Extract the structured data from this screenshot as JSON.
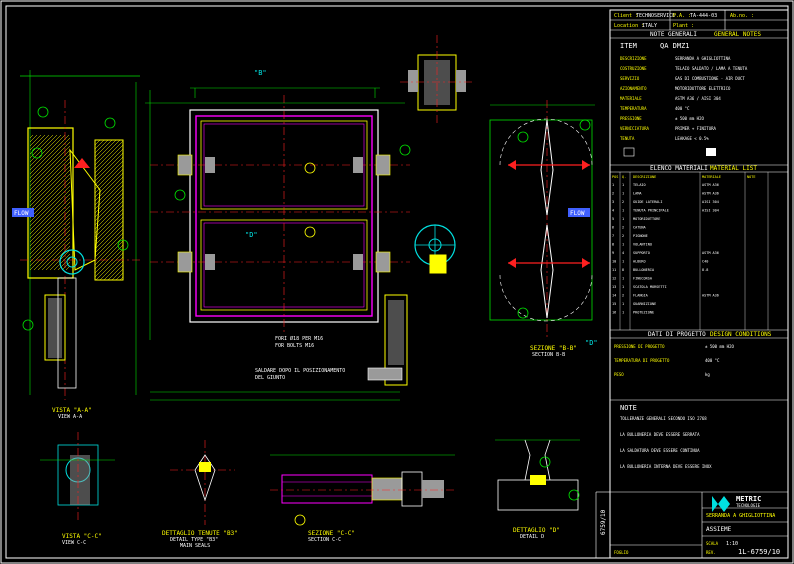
{
  "colors": {
    "bg": "#000000",
    "frame": "#ffffff",
    "green": "#00e000",
    "yellow": "#ffff00",
    "red": "#ff2020",
    "magenta": "#ff00ff",
    "cyan": "#00e0e0",
    "blue": "#4060ff",
    "gray": "#9a9a9a"
  },
  "titleblock": {
    "client_label": "Client :",
    "client_value": "TECHNOSERVICE",
    "pa_label": "P.A. :",
    "pa_value": "TA-444-03",
    "ab_label": "Ab.no. :",
    "location_label": "Location :",
    "location_value": "ITALY",
    "plant_label": "Plant :",
    "notes_title": "NOTE GENERALI",
    "notes_title_en": "GENERAL NOTES",
    "item_label": "ITEM",
    "item_value": "QA DMZ1",
    "notes_rows": [
      {
        "k": "DESCRIZIONE",
        "v": "SERRANDA A GHIGLIOTTINA"
      },
      {
        "k": "COSTRUZIONE",
        "v": "TELAIO SALDATO / LAMA A TENUTA"
      },
      {
        "k": "SERVIZIO",
        "v": "GAS DI COMBUSTIONE - AIR DUCT"
      },
      {
        "k": "AZIONAMENTO",
        "v": "MOTORIDUTTORE ELETTRICO"
      },
      {
        "k": "MATERIALE",
        "v": "ASTM A36 / AISI 304"
      },
      {
        "k": "TEMPERATURA",
        "v": "400 °C"
      },
      {
        "k": "PRESSIONE",
        "v": "± 500 mm H2O"
      },
      {
        "k": "VERNICIATURA",
        "v": "PRIMER + FINITURA"
      },
      {
        "k": "TENUTA",
        "v": "LEAKAGE < 0.5%"
      }
    ],
    "bom_title": "ELENCO MATERIALI",
    "bom_title_en": "MATERIAL LIST",
    "bom_headers": [
      "POS",
      "Q.",
      "DESCRIZIONE",
      "MATERIALE",
      "NOTE"
    ],
    "bom_rows": [
      [
        "1",
        "1",
        "TELAIO",
        "ASTM A36",
        ""
      ],
      [
        "2",
        "1",
        "LAMA",
        "ASTM A36",
        ""
      ],
      [
        "3",
        "2",
        "GUIDE LATERALI",
        "AISI 304",
        ""
      ],
      [
        "4",
        "1",
        "TENUTA PRINCIPALE",
        "AISI 304",
        ""
      ],
      [
        "5",
        "1",
        "MOTORIDUTTORE",
        "",
        ""
      ],
      [
        "6",
        "2",
        "CATENA",
        "",
        ""
      ],
      [
        "7",
        "2",
        "PIGNONE",
        "",
        ""
      ],
      [
        "8",
        "1",
        "VOLANTINO",
        "",
        ""
      ],
      [
        "9",
        "4",
        "SUPPORTO",
        "ASTM A36",
        ""
      ],
      [
        "10",
        "1",
        "ALBERO",
        "C40",
        ""
      ],
      [
        "11",
        "8",
        "BULLONERIA",
        "8.8",
        ""
      ],
      [
        "12",
        "1",
        "FINECORSA",
        "",
        ""
      ],
      [
        "13",
        "1",
        "SCATOLA MORSETTI",
        "",
        ""
      ],
      [
        "14",
        "2",
        "FLANGIA",
        "ASTM A36",
        ""
      ],
      [
        "15",
        "1",
        "GUARNIZIONE",
        "",
        ""
      ],
      [
        "16",
        "1",
        "PROTEZIONE",
        "",
        ""
      ]
    ],
    "design_title": "DATI DI PROGETTO",
    "design_title_en": "DESIGN CONDITIONS",
    "design_rows": [
      {
        "k": "PRESSIONE DI PROGETTO",
        "v": "± 500 mm H2O"
      },
      {
        "k": "TEMPERATURA DI PROGETTO",
        "v": "400 °C"
      },
      {
        "k": "PESO",
        "v": "kg"
      }
    ],
    "note_title": "NOTE",
    "note_lines": [
      "TOLLERANZE GENERALI SECONDO ISO 2768",
      "LA BULLONERIA DEVE ESSERE SERRATA",
      "LA SALDATURA DEVE ESSERE CONTINUA",
      "LA BULLONERIA INTERNA DEVE ESSERE INOX"
    ],
    "company_name": "METRIC",
    "company_sub": "TECNOLOGIE",
    "drawing_title": "SERRANDA A GHIGLIOTTINA",
    "drawing_sub": "ASSIEME",
    "drawing_number": "1L-6759/10",
    "rev_label": "REV.",
    "sheet_label": "FOGLIO",
    "scale_label": "SCALA",
    "scale_value": "1:10",
    "side_code": "6759/10"
  },
  "views": {
    "view_a_title": "VISTA \"A-A\"",
    "view_a_en": "VIEW A-A",
    "view_c_title": "VISTA \"C-C\"",
    "view_c_en": "VIEW C-C",
    "view_b_title": "SEZIONE \"B-B\"",
    "view_b_en": "SECTION B-B",
    "detail_seal_title": "DETTAGLIO TENUTE \"B3\"",
    "detail_seal_en": "DETAIL TYPE \"B3\"",
    "detail_seal_en2": "MAIN SEALS",
    "section_cc_title": "SEZIONE \"C-C\"",
    "section_cc_en": "SECTION C-C",
    "detail_d_title": "DETTAGLIO \"D\"",
    "detail_d_en": "DETAIL D",
    "flow_label": "FLOW",
    "d_label": "\"D\"",
    "d_label2": "\"D\"",
    "bolt_note1": "FORI Ø18 PER M16",
    "bolt_note2": "FOR BOLTS M16",
    "weld_note1": "SALDARE DOPO IL POSIZIONAMENTO",
    "weld_note2": "DEL GIUNTO"
  }
}
